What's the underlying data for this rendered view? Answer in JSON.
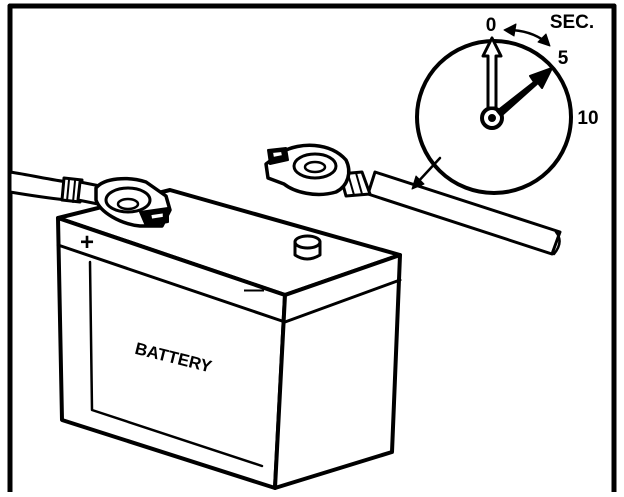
{
  "labels": {
    "battery": "BATTERY",
    "positive": "+",
    "negative": "—",
    "unit": "SEC.",
    "tick_0": "0",
    "tick_5": "5",
    "tick_10": "10"
  },
  "timer": {
    "units": "seconds",
    "pointer_value": 5,
    "marked_values": [
      0,
      5,
      10
    ]
  },
  "icons": [
    "battery-icon",
    "stopwatch-icon",
    "cable-clamp-icon"
  ]
}
